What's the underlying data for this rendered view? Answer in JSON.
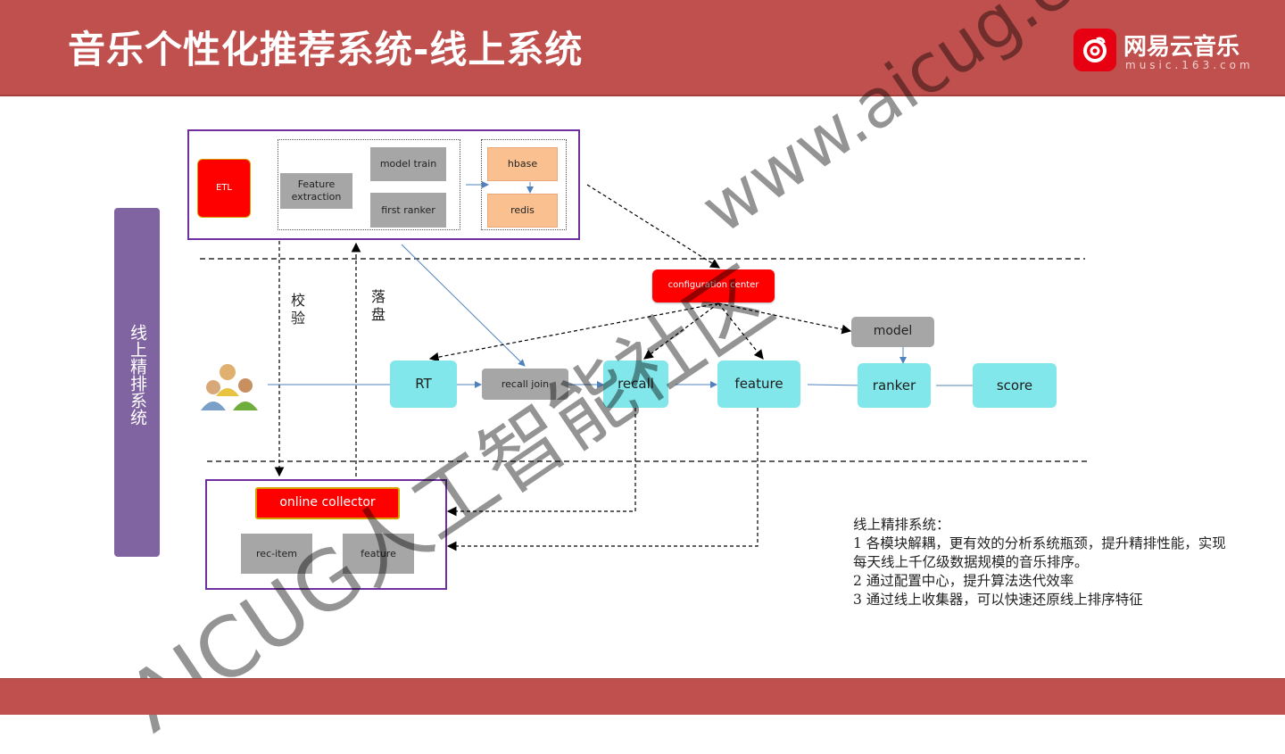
{
  "header": {
    "title": "音乐个性化推荐系统-线上系统",
    "logo_name": "网易云音乐",
    "logo_sub": "music.163.com",
    "logo_icon": "netease-music-icon"
  },
  "sidebar": {
    "label": "线上精排系统"
  },
  "offline": {
    "etl": "ETL",
    "feature_extraction": "Feature extraction",
    "model_train": "model train",
    "first_ranker": "first ranker",
    "hbase": "hbase",
    "redis": "redis"
  },
  "config_center": "configuration center",
  "labels": {
    "verify": "校验",
    "persist": "落盘"
  },
  "pipeline": {
    "users_icon": "users-icon",
    "rt": "RT",
    "recall_join": "recall join",
    "recall": "recall",
    "feature": "feature",
    "model": "model",
    "ranker": "ranker",
    "score": "score"
  },
  "collector": {
    "title": "online collector",
    "rec_item": "rec-item",
    "feature": "feature"
  },
  "notes": {
    "heading": "线上精排系统：",
    "item1": "1 各模块解耦，更有效的分析系统瓶颈，提升精排性能，实现每天线上千亿级数据规模的音乐排序。",
    "item2": "2 通过配置中心，提升算法迭代效率",
    "item3": "3 通过线上收集器，可以快速还原线上排序特征"
  },
  "watermarks": {
    "url": "www.aicug.cn",
    "community": "AICUG人工智能社区"
  },
  "colors": {
    "header": "#c0504d",
    "sidebar": "#8064a2",
    "frame": "#7030a0",
    "red": "#ff0000",
    "cyan": "#81e7ea",
    "peach": "#fac090",
    "gray": "#a6a6a6"
  }
}
